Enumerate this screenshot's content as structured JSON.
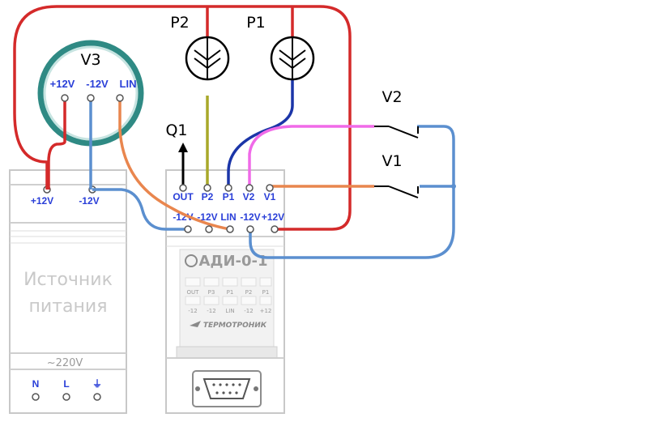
{
  "v3": {
    "name": "V3",
    "pin_plus12": "+12V",
    "pin_minus12": "-12V",
    "pin_lin": "LIN"
  },
  "p2": {
    "name": "P2"
  },
  "p1": {
    "name": "P1"
  },
  "q1": {
    "name": "Q1"
  },
  "v2": {
    "name": "V2"
  },
  "v1": {
    "name": "V1"
  },
  "psu": {
    "title_line1": "Источник",
    "title_line2": "питания",
    "out_plus": "+12V",
    "out_minus": "-12V",
    "ac_label": "~220V",
    "term_n": "N",
    "term_l": "L",
    "term_ground": "⏚"
  },
  "adi": {
    "model": "АДИ-0-1",
    "brand": "ТЕРМОТРОНИК",
    "top_pins": [
      "OUT",
      "P2",
      "P1",
      "V2",
      "V1"
    ],
    "bottom_pins": [
      "-12V",
      "-12V",
      "LIN",
      "-12V",
      "+12V"
    ],
    "face_top": [
      "OUT",
      "P3",
      "P1",
      "P2",
      "P1"
    ],
    "face_bottom": [
      "-12",
      "-12",
      "LIN",
      "-12",
      "+12"
    ]
  },
  "colors": {
    "red": "#d42a2a",
    "blue_dark": "#1b35a8",
    "blue_light": "#5b8fcf",
    "olive": "#a8a82a",
    "pink": "#f06ae8",
    "orange": "#e9864e",
    "sensor_ring": "#2f8a84"
  }
}
